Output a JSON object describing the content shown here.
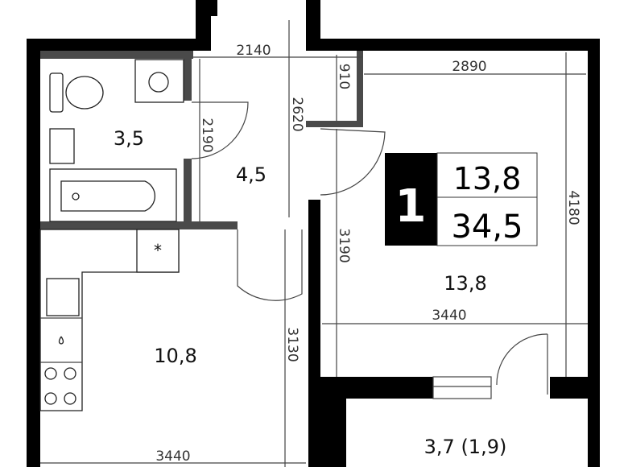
{
  "plan": {
    "rooms": {
      "bathroom_area": "3,5",
      "hall_area": "4,5",
      "living_area": "13,8",
      "kitchen_area": "10,8",
      "balcony_area": "3,7 (1,9)"
    },
    "dimensions": {
      "hall_width": "2140",
      "closet_depth": "910",
      "room_width_top": "2890",
      "bath_height": "2190",
      "hall_height": "2620",
      "room_height": "4180",
      "room_inner_height": "3190",
      "room_width": "3440",
      "kitchen_height": "3130",
      "kitchen_width": "3440"
    },
    "badge": {
      "rooms_count": "1",
      "living_area": "13,8",
      "total_area": "34,5"
    },
    "colors": {
      "exterior_wall": "#000000",
      "interior_wall": "#4a4a4a"
    }
  }
}
